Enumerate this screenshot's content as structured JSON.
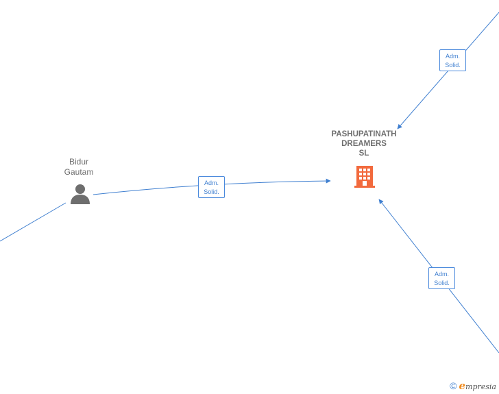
{
  "nodes": {
    "company": {
      "name_lines": [
        "PASHUPATINATH",
        "DREAMERS",
        "SL"
      ],
      "icon": "building-icon",
      "icon_color": "#f26a3d"
    },
    "person": {
      "name_lines": [
        "Bidur",
        "Gautam"
      ],
      "icon": "person-icon",
      "icon_color": "#6e6e6e"
    }
  },
  "edges": [
    {
      "id": "top",
      "label_lines": [
        "Adm.",
        "Solid."
      ]
    },
    {
      "id": "left",
      "label_lines": [
        "Adm.",
        "Solid."
      ]
    },
    {
      "id": "bottom",
      "label_lines": [
        "Adm.",
        "Solid."
      ]
    }
  ],
  "colors": {
    "edge": "#3f7fd0",
    "label_text": "#6e6e6e"
  },
  "footer": {
    "copyright_symbol": "©",
    "brand_initial": "e",
    "brand_rest": "mpresia"
  }
}
